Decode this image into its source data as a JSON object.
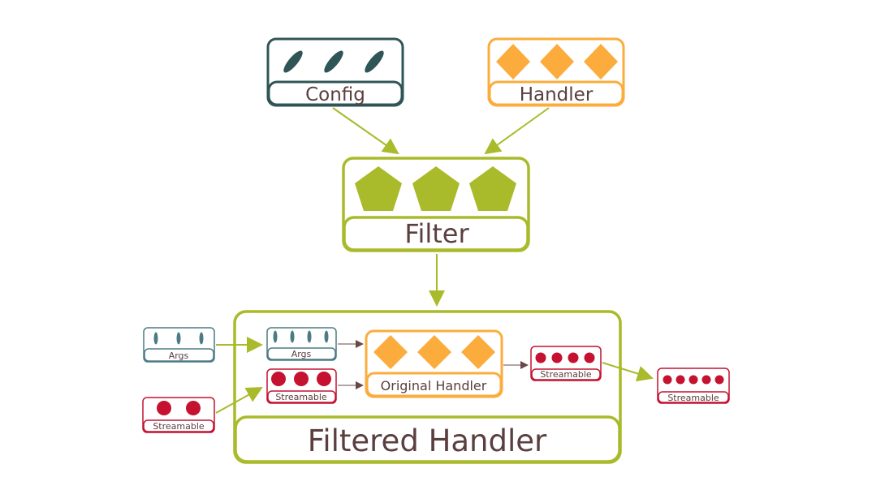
{
  "nodes": {
    "config": {
      "label": "Config",
      "icon": "slash-dash-icon",
      "count": 3,
      "color": "#2f5557"
    },
    "handler": {
      "label": "Handler",
      "icon": "diamond-icon",
      "count": 3,
      "color": "#fbac3c"
    },
    "filter": {
      "label": "Filter",
      "icon": "pentagon-icon",
      "count": 3,
      "color": "#a9ba2a"
    },
    "filtered_handler": {
      "label": "Filtered Handler",
      "color": "#a9ba2a"
    },
    "original_handler": {
      "label": "Original Handler",
      "icon": "diamond-icon",
      "count": 3,
      "color": "#fbac3c"
    },
    "args_outer": {
      "label": "Args",
      "icon": "oval-icon",
      "count": 3,
      "color": "#4b7b84"
    },
    "args_inner": {
      "label": "Args",
      "icon": "oval-icon",
      "count": 4,
      "color": "#4b7b84"
    },
    "streamable_outer": {
      "label": "Streamable",
      "icon": "dot-icon",
      "count": 2,
      "color": "#c41230"
    },
    "streamable_inner": {
      "label": "Streamable",
      "icon": "dot-icon",
      "count": 3,
      "color": "#c41230"
    },
    "streamable_out": {
      "label": "Streamable",
      "icon": "dot-icon",
      "count": 4,
      "color": "#c41230"
    },
    "streamable_final": {
      "label": "Streamable",
      "icon": "dot-icon",
      "count": 5,
      "color": "#c41230"
    }
  },
  "colors": {
    "arrow_green": "#a9ba2a",
    "arrow_dark": "#6b4848",
    "text": "#5b3f3f"
  }
}
